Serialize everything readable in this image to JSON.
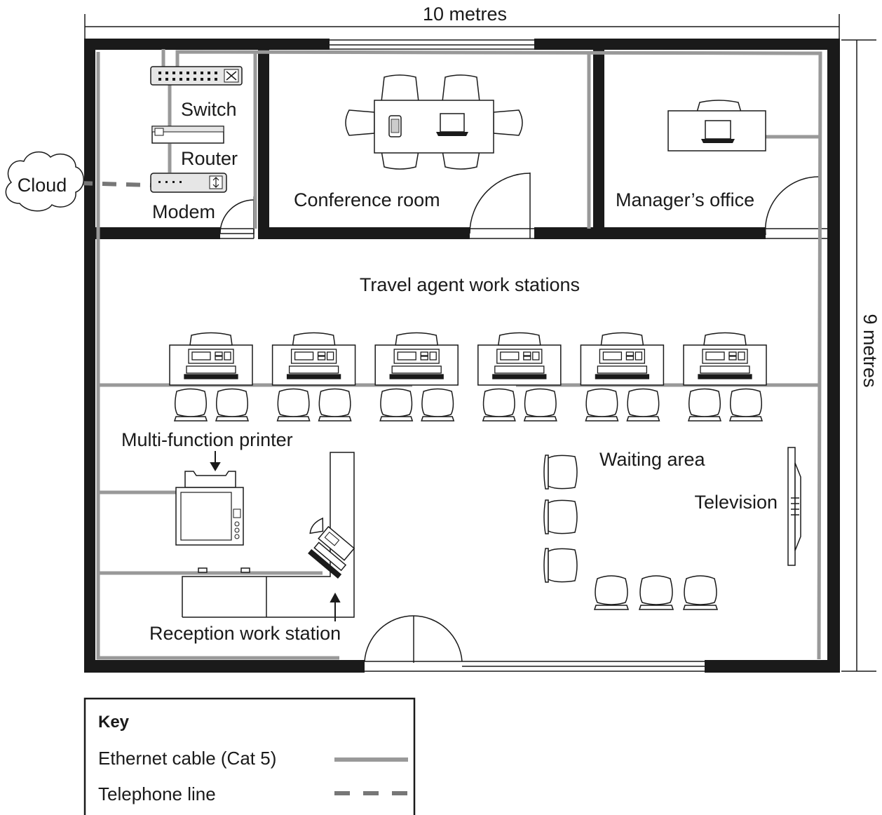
{
  "dimensions": {
    "width_label": "10 metres",
    "height_label": "9 metres"
  },
  "labels": {
    "switch": "Switch",
    "router": "Router",
    "modem": "Modem",
    "cloud": "Cloud",
    "conference_room": "Conference room",
    "managers_office": "Manager’s office",
    "travel_agent": "Travel agent work stations",
    "printer": "Multi-function printer",
    "waiting_area": "Waiting area",
    "television": "Television",
    "reception": "Reception work station"
  },
  "key": {
    "title": "Key",
    "items": [
      {
        "label": "Ethernet cable (Cat 5)",
        "style": "solid"
      },
      {
        "label": "Telephone line",
        "style": "dashed"
      }
    ]
  },
  "colors": {
    "wall": "#1a1a1a",
    "cable": "#999999",
    "fill": "#ffffff",
    "device_fill": "#e6e6e6"
  },
  "travel_agent_workstation_count": 6
}
